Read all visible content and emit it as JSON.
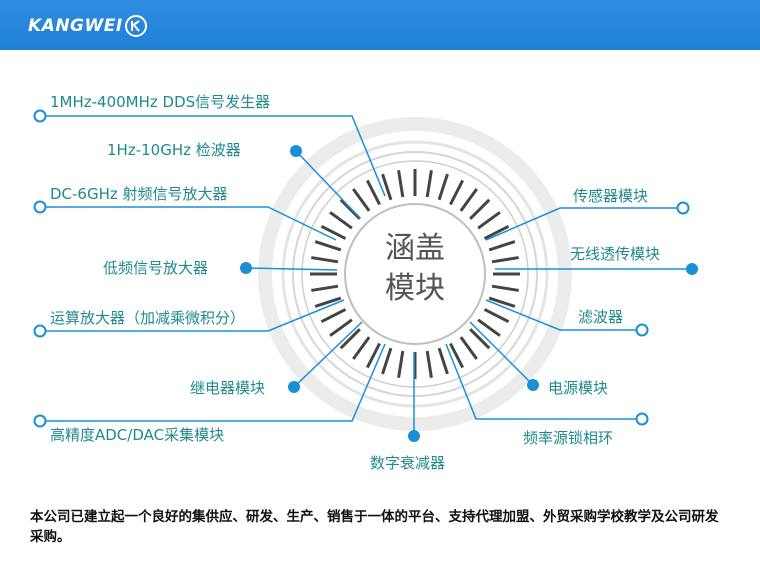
{
  "header": {
    "logo_text": "KANGWEI",
    "logo_mark": "K"
  },
  "center": {
    "line1": "涵盖",
    "line2": "模块"
  },
  "left_labels": [
    "1MHz-400MHz  DDS信号发生器",
    "1Hz-10GHz  检波器",
    "DC-6GHz  射频信号放大器",
    "低频信号放大器",
    "运算放大器（加减乘微积分）",
    "继电器模块",
    "高精度ADC/DAC采集模块"
  ],
  "bottom_label": "数字衰减器",
  "right_labels": [
    "传感器模块",
    "无线透传模块",
    "滤波器",
    "电源模块",
    "频率源锁相环"
  ],
  "footer": {
    "text": "本公司已建立起一个良好的集供应、研发、生产、销售于一体的平台、支持代理加盟、外贸采购学校教学及公司研发采购。"
  },
  "colors": {
    "accent": "#1a8fd6",
    "label": "#1f8a8d",
    "header": "#2a8ade"
  }
}
